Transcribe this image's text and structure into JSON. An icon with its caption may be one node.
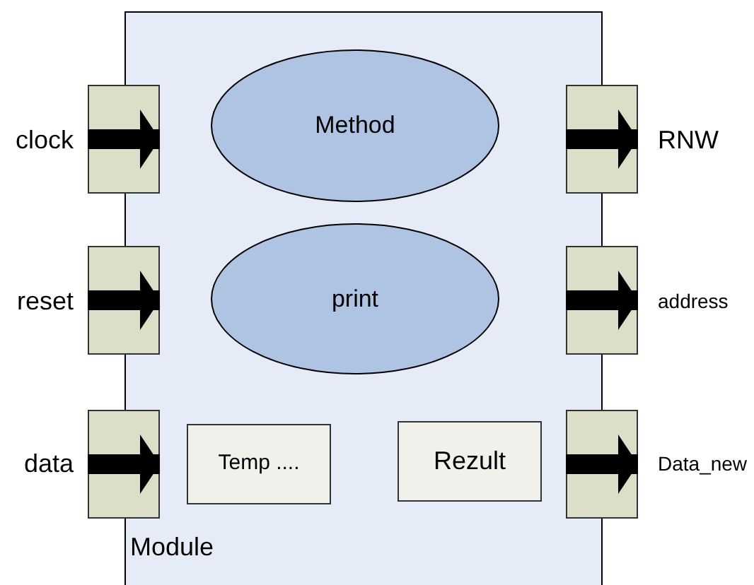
{
  "diagram": {
    "nodes": [
      {
        "text": [
          "Module"
        ]
      },
      {
        "text": [
          "Method"
        ],
        "in": 0
      },
      {
        "text": [
          "print"
        ],
        "in": 0
      },
      {
        "text": [
          "Temp ...."
        ],
        "in": 0
      },
      {
        "text": [
          "Rezult"
        ],
        "in": 0
      },
      {
        "text": [
          "clock"
        ]
      },
      {
        "text": [],
        "shape": "box"
      },
      {
        "text": [],
        "shape": "box"
      },
      {
        "text": [
          "RNW"
        ]
      },
      {
        "text": [
          "reset"
        ]
      },
      {
        "text": [],
        "shape": "box"
      },
      {
        "text": [],
        "shape": "box"
      },
      {
        "text": [
          "address"
        ]
      },
      {
        "text": [
          "data"
        ]
      },
      {
        "text": [],
        "shape": "box"
      },
      {
        "text": [],
        "shape": "box"
      },
      {
        "text": [
          "Data_new"
        ]
      }
    ],
    "edges": [
      {
        "from": 5,
        "to": 6,
        "arrow": "to"
      },
      {
        "from": 7,
        "to": 8,
        "arrow": "to"
      },
      {
        "from": 9,
        "to": 10,
        "arrow": "to"
      },
      {
        "from": 11,
        "to": 12,
        "arrow": "to"
      },
      {
        "from": 13,
        "to": 14,
        "arrow": "to"
      },
      {
        "from": 15,
        "to": 16,
        "arrow": "to"
      }
    ]
  }
}
